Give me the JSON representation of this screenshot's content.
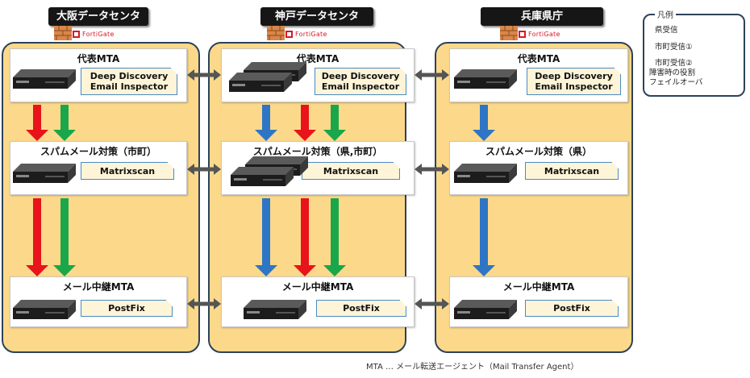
{
  "datacenters": [
    {
      "title": "大阪データセンタ",
      "firewall_logo": "FortiGate",
      "tiers": [
        {
          "title": "代表MTA",
          "software": "Deep Discovery\nEmail Inspector",
          "servers": 1
        },
        {
          "title": "スパムメール対策（市町）",
          "software": "Matrixscan",
          "servers": 1
        },
        {
          "title": "メール中継MTA",
          "software": "PostFix",
          "servers": 1
        }
      ]
    },
    {
      "title": "神戸データセンタ",
      "firewall_logo": "FortiGate",
      "tiers": [
        {
          "title": "代表MTA",
          "software": "Deep Discovery\nEmail Inspector",
          "servers": 2
        },
        {
          "title": "スパムメール対策（県,市町）",
          "software": "Matrixscan",
          "servers": 2
        },
        {
          "title": "メール中継MTA",
          "software": "PostFix",
          "servers": 1
        }
      ]
    },
    {
      "title": "兵庫県庁",
      "firewall_logo": "FortiGate",
      "tiers": [
        {
          "title": "代表MTA",
          "software": "Deep Discovery\nEmail Inspector",
          "servers": 1
        },
        {
          "title": "スパムメール対策（県）",
          "software": "Matrixscan",
          "servers": 1
        },
        {
          "title": "メール中継MTA",
          "software": "PostFix",
          "servers": 1
        }
      ]
    }
  ],
  "flows": {
    "osaka": [
      "red",
      "green"
    ],
    "kobe": [
      "blue",
      "red",
      "green"
    ],
    "hyogo": [
      "blue"
    ]
  },
  "colors": {
    "blue": "#2e75c5",
    "red": "#e8131b",
    "green": "#1aa64a",
    "gray": "#555555",
    "panel": "#fcd98a",
    "panel_border": "#2d4159"
  },
  "legend": {
    "title": "凡例",
    "items": [
      {
        "label": "県受信",
        "color": "blue"
      },
      {
        "label": "市町受信①",
        "color": "red"
      },
      {
        "label": "市町受信②",
        "color": "green"
      },
      {
        "label": "障害時の役割\nフェイルオーバ",
        "color": "gray"
      }
    ]
  },
  "footnote": "MTA … メール転送エージェント（Mail Transfer Agent）"
}
